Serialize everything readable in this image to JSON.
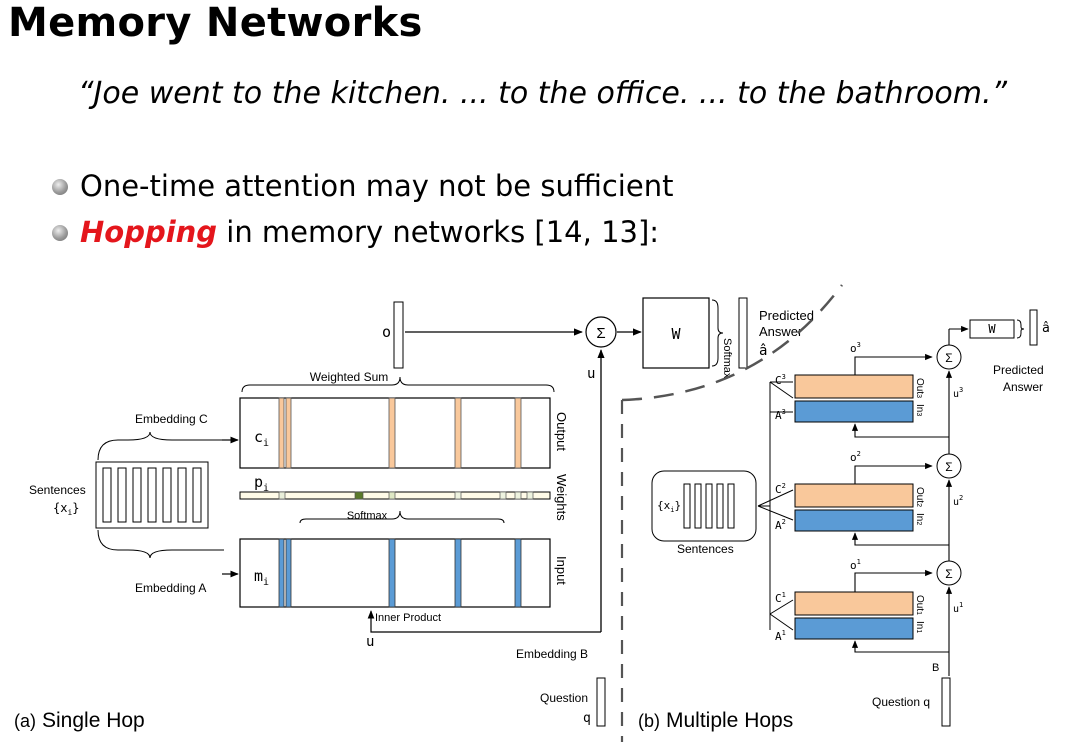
{
  "slide": {
    "title": "Memory Networks",
    "quote": "“Joe went to the kitchen. ... to the office. ... to the bathroom.”",
    "bullets": [
      {
        "highlight": "",
        "text": "One-time attention may not be sufficient"
      },
      {
        "highlight": "Hopping",
        "text": " in memory networks [14, 13]:"
      }
    ]
  },
  "figure_a": {
    "caption_prefix": "(a)",
    "caption": "Single Hop",
    "o": "o",
    "u": "u",
    "u_bottom": "u",
    "sigma": "Σ",
    "W": "W",
    "softmax_vert": "Softmax",
    "predicted": "Predicted",
    "answer": "Answer",
    "a_hat": "â",
    "weighted_sum": "Weighted Sum",
    "softmax": "Softmax",
    "inner_product": "Inner Product",
    "embedding_c": "Embedding C",
    "embedding_a": "Embedding A",
    "embedding_b": "Embedding B",
    "c_i": "c",
    "p_i": "p",
    "m_i": "m",
    "sub_i": "i",
    "sentences": "Sentences",
    "x_i": "{x",
    "x_i_close": "}",
    "output": "Output",
    "weights": "Weights",
    "input": "Input",
    "question": "Question",
    "q": "q"
  },
  "figure_b": {
    "caption_prefix": "(b)",
    "caption": "Multiple Hops",
    "W": "W",
    "a_hat": "â",
    "predicted": "Predicted",
    "answer": "Answer",
    "sigma": "Σ",
    "sentences": "Sentences",
    "x_i": "{x",
    "x_i_close": "}",
    "B": "B",
    "question_q": "Question q",
    "hops": [
      {
        "o": "o",
        "n": "3",
        "u": "u",
        "C": "C",
        "A": "A",
        "out": "Out",
        "in": "In"
      },
      {
        "o": "o",
        "n": "2",
        "u": "u",
        "C": "C",
        "A": "A",
        "out": "Out",
        "in": "In"
      },
      {
        "o": "o",
        "n": "1",
        "u": "u",
        "C": "C",
        "A": "A",
        "out": "Out",
        "in": "In"
      }
    ]
  },
  "colors": {
    "orange": "#f9c89b",
    "blue": "#5b9bd5",
    "green": "#5a7a2a",
    "highlight_red": "#e4161c"
  }
}
